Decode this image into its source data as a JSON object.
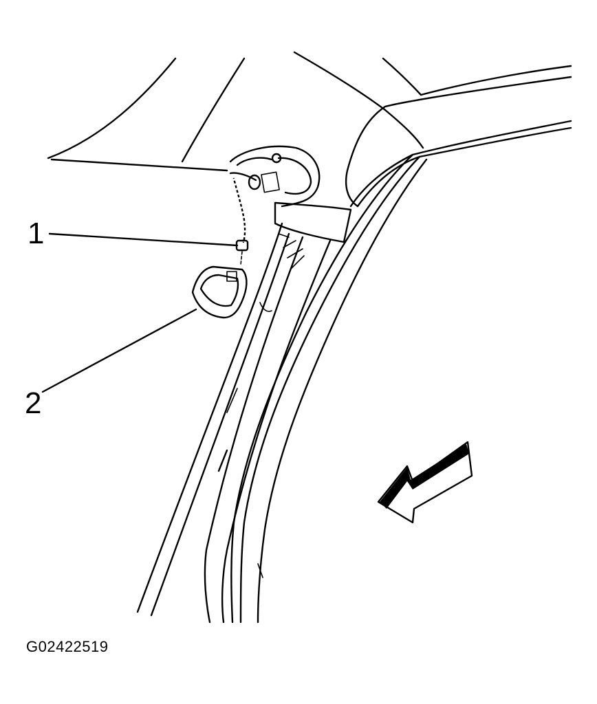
{
  "callouts": [
    {
      "number": "1",
      "target": "wiring-harness-connector"
    },
    {
      "number": "2",
      "target": "lamp-housing"
    }
  ],
  "figure_id": "G02422519",
  "direction_arrow": "arrow-icon"
}
